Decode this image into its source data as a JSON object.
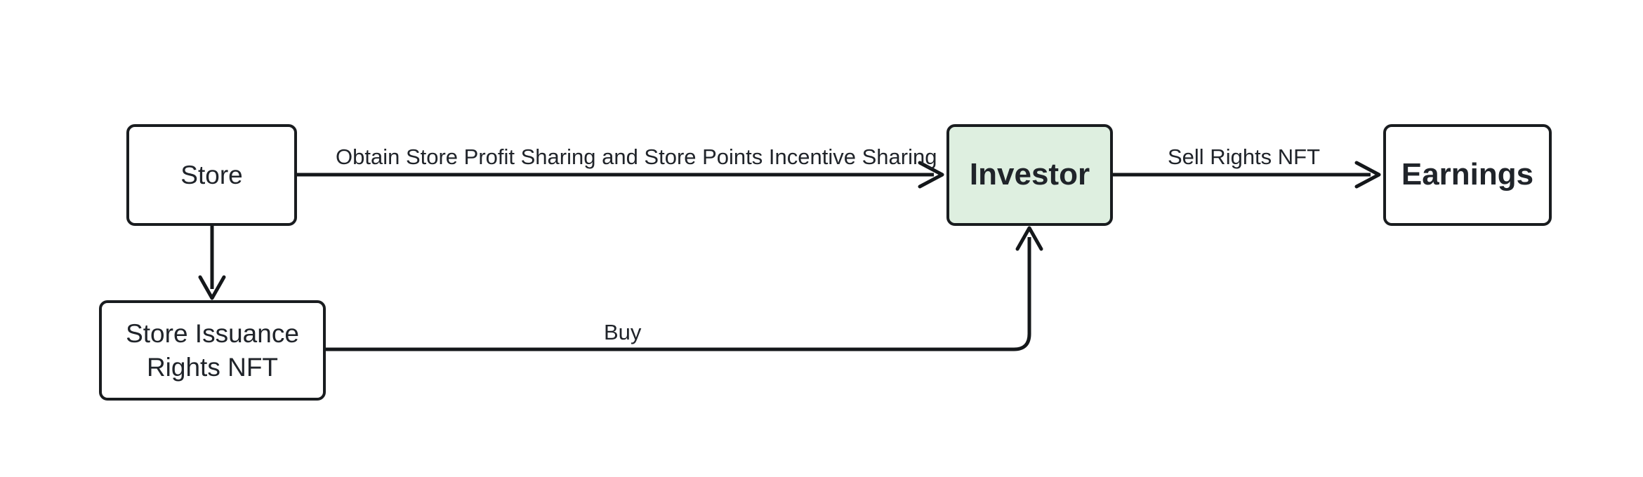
{
  "diagram": {
    "type": "flowchart",
    "orientation": "left-to-right",
    "background_color": "#ffffff",
    "node_border_color": "#191c1f",
    "node_text_color": "#20242a",
    "edge_color": "#14171a",
    "highlight_fill": "#deefe0",
    "nodes": [
      {
        "id": "store",
        "label": "Store",
        "emphasis": "normal",
        "fill": "#ffffff"
      },
      {
        "id": "store-issuance-rights-nft",
        "label": "Store Issuance\nRights NFT",
        "emphasis": "normal",
        "fill": "#ffffff"
      },
      {
        "id": "investor",
        "label": "Investor",
        "emphasis": "strong",
        "fill": "#deefe0"
      },
      {
        "id": "earnings",
        "label": "Earnings",
        "emphasis": "strong",
        "fill": "#ffffff"
      }
    ],
    "edges": [
      {
        "id": "store-to-investor",
        "from": "store",
        "to": "investor",
        "label": "Obtain Store Profit Sharing and Store Points Incentive Sharing",
        "arrow": "open-v"
      },
      {
        "id": "store-to-nft",
        "from": "store",
        "to": "store-issuance-rights-nft",
        "label": "",
        "arrow": "open-v"
      },
      {
        "id": "investor-to-earnings",
        "from": "investor",
        "to": "earnings",
        "label": "Sell Rights NFT",
        "arrow": "open-v"
      },
      {
        "id": "nft-to-investor",
        "from": "store-issuance-rights-nft",
        "to": "investor",
        "label": "Buy",
        "arrow": "open-v"
      }
    ]
  }
}
